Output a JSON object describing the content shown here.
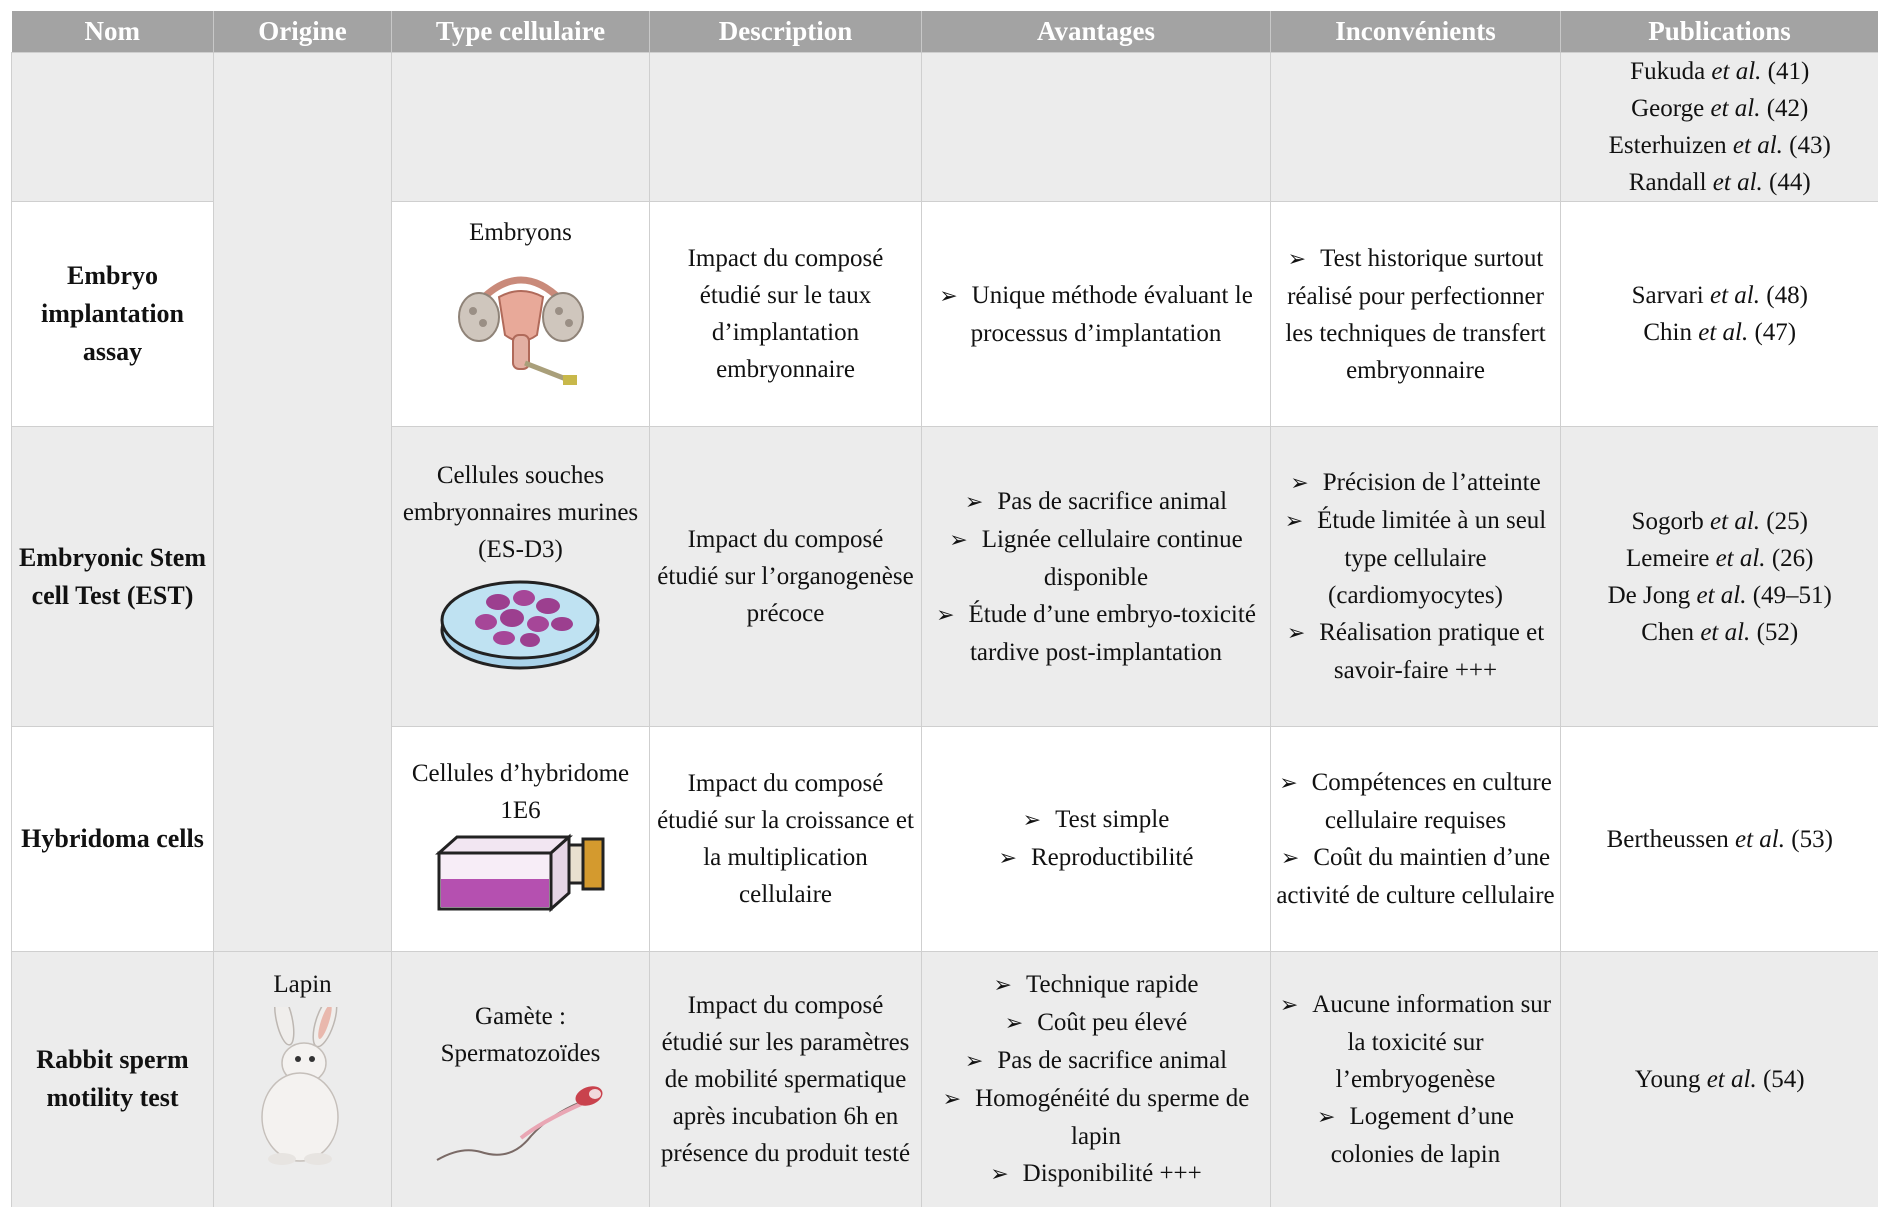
{
  "headers": [
    "Nom",
    "Origine",
    "Type cellulaire",
    "Description",
    "Avantages",
    "Inconvénients",
    "Publications"
  ],
  "row0": {
    "publications": [
      {
        "author": "Fukuda",
        "etal": "et al.",
        "ref": "(41)"
      },
      {
        "author": "George",
        "etal": "et al.",
        "ref": "(42)"
      },
      {
        "author": "Esterhuizen",
        "etal": "et al.",
        "ref": "(43)"
      },
      {
        "author": "Randall",
        "etal": "et al.",
        "ref": "(44)"
      }
    ]
  },
  "row1": {
    "name": "Embryo implantation assay",
    "cell_type": "Embryons",
    "description": "Impact du composé étudié sur le taux d’implantation embryonnaire",
    "advantages": [
      "Unique méthode évaluant le processus d’implantation"
    ],
    "disadvantages": [
      "Test historique surtout réalisé pour perfectionner les techniques de transfert embryonnaire"
    ],
    "publications": [
      {
        "author": "Sarvari",
        "etal": "et al.",
        "ref": "(48)"
      },
      {
        "author": "Chin",
        "etal": "et al.",
        "ref": "(47)"
      }
    ]
  },
  "row2": {
    "name": "Embryonic Stem cell Test (EST)",
    "cell_type": "Cellules souches embryonnaires murines (ES-D3)",
    "description": "Impact du composé étudié sur l’organogenèse précoce",
    "advantages": [
      "Pas de sacrifice animal",
      "Lignée cellulaire continue disponible",
      "Étude d’une embryo-toxicité tardive post-implantation"
    ],
    "disadvantages": [
      "Précision de l’atteinte",
      "Étude limitée à un seul type cellulaire (cardiomyocytes)",
      "Réalisation pratique et savoir-faire +++"
    ],
    "publications": [
      {
        "author": "Sogorb",
        "etal": "et al.",
        "ref": "(25)"
      },
      {
        "author": "Lemeire",
        "etal": "et al.",
        "ref": "(26)"
      },
      {
        "author": "De Jong",
        "etal": "et al.",
        "ref": "(49–51)"
      },
      {
        "author": "Chen",
        "etal": "et al.",
        "ref": "(52)"
      }
    ]
  },
  "row3": {
    "name": "Hybridoma cells",
    "cell_type": "Cellules d’hybridome 1E6",
    "description": "Impact du composé étudié sur la croissance et la multiplication cellulaire",
    "advantages": [
      "Test simple",
      "Reproductibilité"
    ],
    "disadvantages": [
      "Compétences en culture cellulaire requises",
      "Coût du maintien d’une activité de culture cellulaire"
    ],
    "publications": [
      {
        "author": "Bertheussen",
        "etal": "et al.",
        "ref": "(53)"
      }
    ]
  },
  "row4": {
    "name": "Rabbit sperm motility test",
    "origin": "Lapin",
    "cell_type": "Gamète : Spermatozoïdes",
    "description": "Impact du composé étudié sur les paramètres de mobilité spermatique après incubation 6h en présence du produit testé",
    "advantages": [
      "Technique rapide",
      "Coût peu élevé",
      "Pas de sacrifice animal",
      "Homogénéité du sperme de lapin",
      "Disponibilité +++"
    ],
    "disadvantages": [
      "Aucune information sur la toxicité sur l’embryogenèse",
      "Logement d’une colonies de lapin"
    ],
    "publications": [
      {
        "author": "Young",
        "etal": "et al.",
        "ref": "(54)"
      }
    ]
  },
  "bullet_glyph": "➢"
}
